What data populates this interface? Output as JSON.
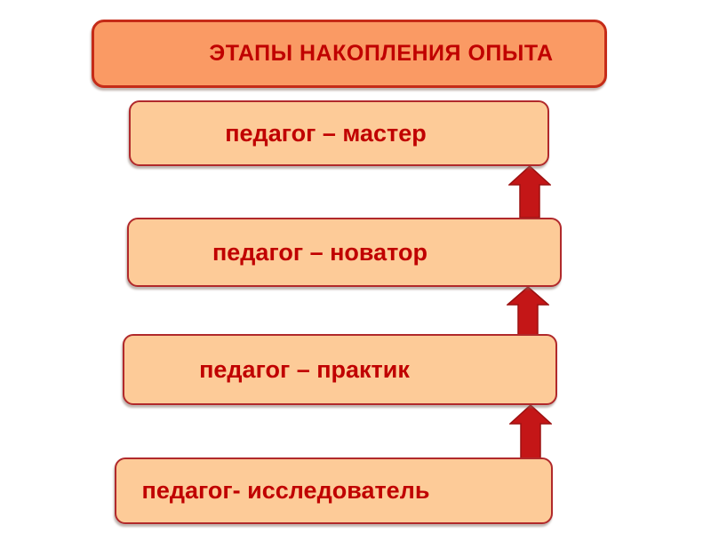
{
  "diagram": {
    "title": "ЭТАПЫ НАКОПЛЕНИЯ ОПЫТА",
    "stages": [
      {
        "label": "педагог – мастер"
      },
      {
        "label": "педагог – новатор"
      },
      {
        "label": "педагог – практик"
      },
      {
        "label": "педагог- исследователь"
      }
    ],
    "arrows": [
      {
        "name": "up-arrow-between-novator-and-master"
      },
      {
        "name": "up-arrow-between-praktik-and-novator"
      },
      {
        "name": "up-arrow-between-issledovatel-and-praktik"
      }
    ],
    "colors": {
      "background": "#FFFFFF",
      "title_fill": "#FA9A64",
      "title_border": "#C52B18",
      "stage_fill": "#FDCB98",
      "stage_border": "#B1292B",
      "text": "#C00000",
      "arrow_fill": "#C41617",
      "arrow_stroke": "#9B1010"
    }
  }
}
